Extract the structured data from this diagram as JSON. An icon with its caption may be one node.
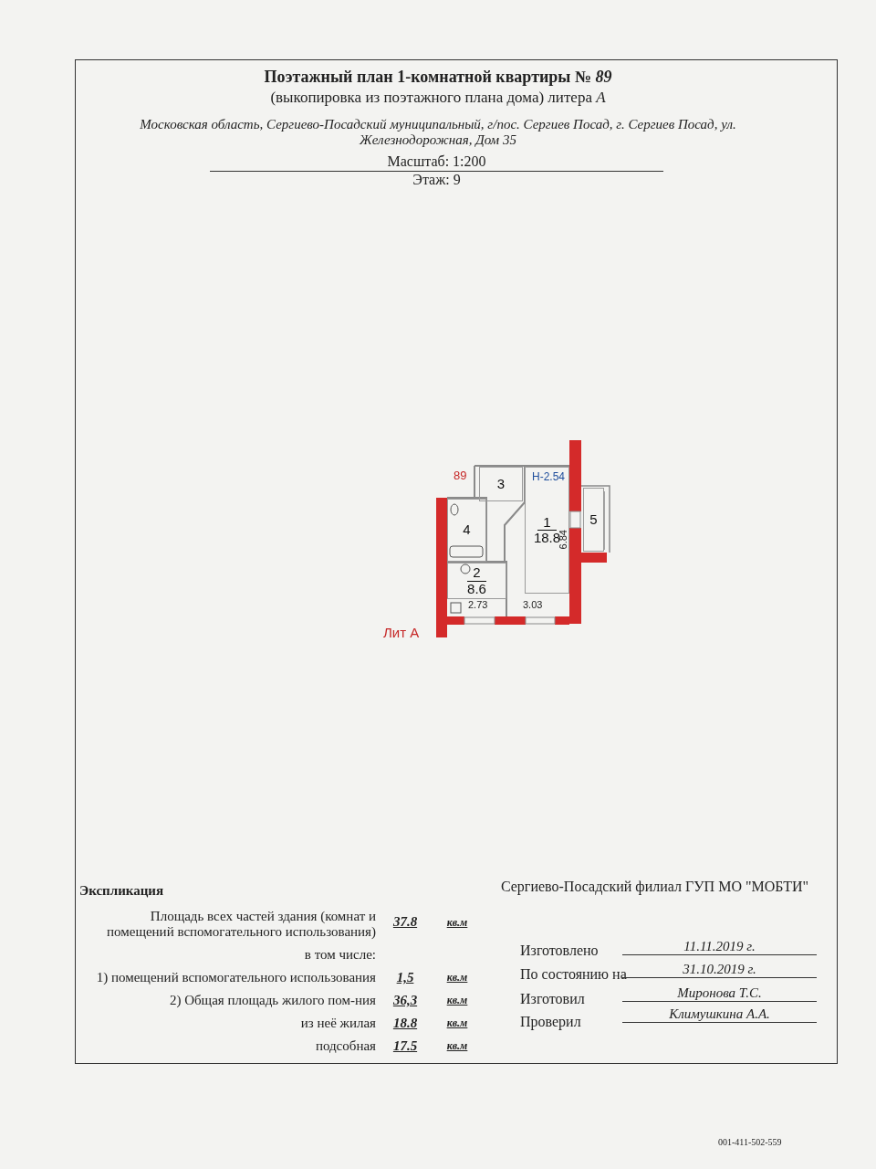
{
  "diagram": {
    "title": "Поэтажный план 1-комнатной квартиры № *89*",
    "nodes": [
      {
        "text": [
          "3"
        ]
      },
      {
        "text": [
          "4"
        ]
      },
      {
        "text": [
          "1",
          "18.8"
        ]
      },
      {
        "text": [
          "5"
        ]
      },
      {
        "text": [
          "2",
          "8.6"
        ]
      }
    ],
    "labels": [
      "(выкопировка из поэтажного плана дома) литера *А*",
      "Московская область, Сергиево-Посадский муниципальный, г/пос. Сергиев Посад, г. Сергиев Посад, ул. Железнодорожная, Дом 35",
      "Масштаб: 1:200",
      "Этаж: 9",
      "89",
      "Н-2.54",
      "6.84",
      "2.73",
      "3.03",
      "Лит А",
      "Экспликация",
      "Площадь всех частей здания (комнат и помещений вспомогательного использования)",
      "37.8",
      "кв.м",
      "в том числе:",
      "1) помещений вспомогательного использования",
      "1,5",
      "кв.м",
      "2) Общая площадь жилого пом-ния",
      "36,3",
      "кв.м",
      "из неё жилая",
      "18.8",
      "кв.м",
      "подсобная",
      "17.5",
      "кв.м",
      "Сергиево-Посадский филиал ГУП МО \"МОБТИ\"",
      "Изготовлено",
      "11.11.2019 г.",
      "По состоянию на",
      "31.10.2019 г.",
      "Изготовил",
      "Миронова Т.С.",
      "Проверил",
      "Климушкина А.А.",
      "001-411-502-559"
    ]
  }
}
